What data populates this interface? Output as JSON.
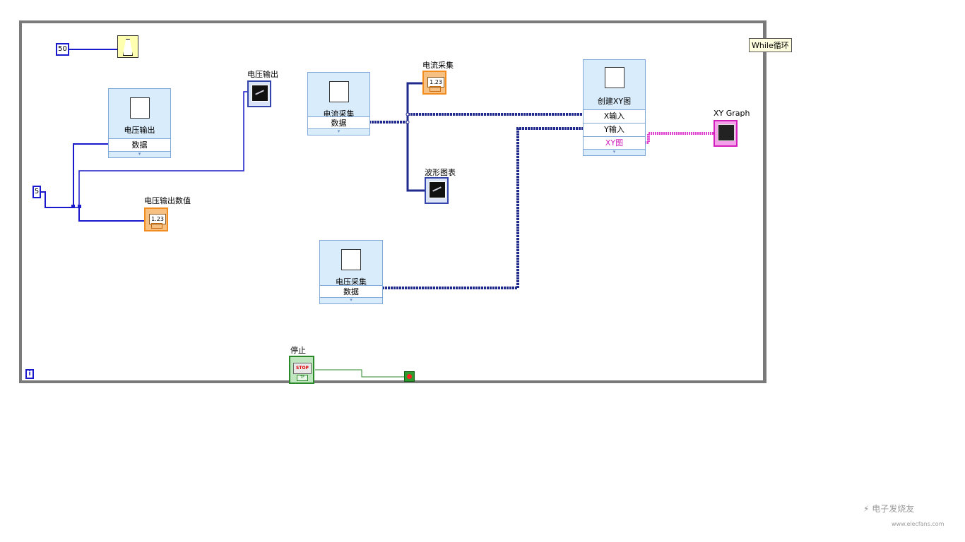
{
  "loop": {
    "label": "While循环",
    "iteration_label": "i"
  },
  "constants": {
    "wait_ms": "50",
    "divisor": "5"
  },
  "express_vis": {
    "voltage_output": {
      "title": "电压输出",
      "row1": "数据"
    },
    "current_acq": {
      "title": "电流采集",
      "row1": "数据"
    },
    "voltage_acq": {
      "title": "电压采集",
      "row1": "数据"
    },
    "create_xy": {
      "title": "创建XY图",
      "row1": "X输入",
      "row2": "Y输入",
      "row3": "XY图"
    }
  },
  "indicators": {
    "voltage_output_graph": {
      "label": "电压输出"
    },
    "voltage_output_value": {
      "label": "电压输出数值",
      "display": "1.23"
    },
    "current_value": {
      "label": "电流采集",
      "display": "1.23"
    },
    "waveform_chart": {
      "label": "波形图表"
    },
    "xy_graph": {
      "label": "XY Graph"
    },
    "stop": {
      "label": "停止",
      "button": "STOP",
      "tf": "TF"
    }
  },
  "watermark": {
    "text": "电子发烧友",
    "url": "www.elecfans.com"
  },
  "colors": {
    "numeric_wire": "#1a1acc",
    "waveform_wire": "#1f2a8c",
    "cluster_wire": "#e040d0",
    "boolean_wire": "#2a8a2a",
    "loop_border": "#7a7a7a"
  }
}
